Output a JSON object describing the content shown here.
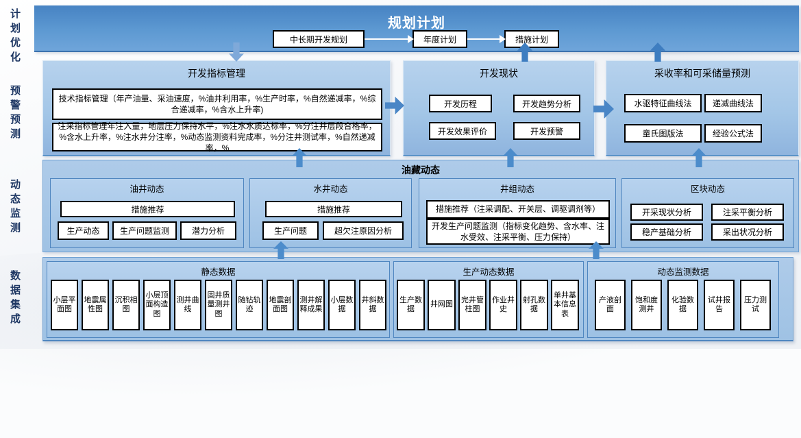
{
  "sidebar": {
    "labels": [
      "计划优化",
      "预警预测",
      "动态监测",
      "数据集成"
    ]
  },
  "top_band": {
    "title": "规划计划",
    "steps": [
      "中长期开发规划",
      "年度计划",
      "措施计划"
    ]
  },
  "indicator": {
    "title": "开发指标管理",
    "tech_text": "技术指标管理（年产油量、采油速度，%油井利用率，%生产时率，%自然递减率，%综合递减率，%含水上升率)",
    "inject_text": "注采指标管理年注入量，地层压力保持水平，%注水水质达标率，%分注井层段合格率，%含水上升率，%注水井分注率，%动态监测资料完成率，%分注井测试率，%自然递减率，%"
  },
  "status": {
    "title": "开发现状",
    "items": [
      "开发历程",
      "开发趋势分析",
      "开发效果评价",
      "开发预警"
    ]
  },
  "recovery": {
    "title": "采收率和可采储量预测",
    "items": [
      "水驱特征曲线法",
      "递减曲线法",
      "童氏图版法",
      "经验公式法"
    ]
  },
  "reservoir": {
    "title": "油藏动态",
    "oil_well": {
      "title": "油井动态",
      "wide": "措施推荐",
      "items": [
        "生产动态",
        "生产问题监测",
        "潜力分析"
      ]
    },
    "water_well": {
      "title": "水井动态",
      "wide": "措施推荐",
      "items": [
        "生产问题",
        "超欠注原因分析"
      ]
    },
    "well_group": {
      "title": "井组动态",
      "box1": "措施推荐（注采调配、开关层、调驱调剂等）",
      "box2": "开发生产问题监测（指标变化趋势、含水率、注水受效、注采平衡、压力保持）"
    },
    "block": {
      "title": "区块动态",
      "items": [
        "开采现状分析",
        "注采平衡分析",
        "稳产基础分析",
        "采出状况分析"
      ]
    }
  },
  "data_layer": {
    "static": {
      "title": "静态数据",
      "items": [
        "小层平面图",
        "地震属性图",
        "沉积相图",
        "小层顶面构造图",
        "测井曲线",
        "固井质量测井图",
        "随钻轨迹",
        "地震剖面图",
        "测井解释成果",
        "小层数据",
        "井斜数据"
      ]
    },
    "production": {
      "title": "生产动态数据",
      "items": [
        "生产数据",
        "井网图",
        "完井管柱图",
        "作业井史",
        "射孔数据",
        "单井基本信息表"
      ]
    },
    "monitoring": {
      "title": "动态监测数据",
      "items": [
        "产液剖面",
        "饱和度测井",
        "化验数据",
        "试井报告",
        "压力测试"
      ]
    }
  },
  "colors": {
    "top_band_blue": "#4783c3",
    "panel_blue": "#a3c6e7",
    "arrow_blue": "#4a86c6",
    "sidebar_navy": "#1f3864"
  }
}
